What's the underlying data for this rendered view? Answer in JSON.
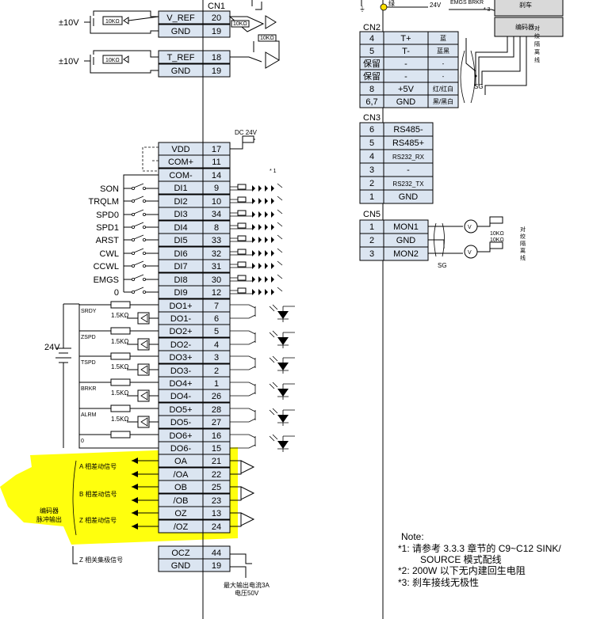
{
  "connectors": {
    "cn1": "CN1",
    "cn2": "CN2",
    "cn3": "CN3",
    "cn5": "CN5"
  },
  "cn1_pins": [
    {
      "name": "V_REF",
      "num": "20"
    },
    {
      "name": "GND",
      "num": "19"
    },
    {
      "name": "T_REF",
      "num": "18"
    },
    {
      "name": "GND",
      "num": "19"
    },
    {
      "name": "VDD",
      "num": "17"
    },
    {
      "name": "COM+",
      "num": "11"
    },
    {
      "name": "COM-",
      "num": "14"
    },
    {
      "name": "DI1",
      "num": "9"
    },
    {
      "name": "DI2",
      "num": "10"
    },
    {
      "name": "DI3",
      "num": "34"
    },
    {
      "name": "DI4",
      "num": "8"
    },
    {
      "name": "DI5",
      "num": "33"
    },
    {
      "name": "DI6",
      "num": "32"
    },
    {
      "name": "DI7",
      "num": "31"
    },
    {
      "name": "DI8",
      "num": "30"
    },
    {
      "name": "DI9",
      "num": "12"
    },
    {
      "name": "DO1+",
      "num": "7"
    },
    {
      "name": "DO1-",
      "num": "6"
    },
    {
      "name": "DO2+",
      "num": "5"
    },
    {
      "name": "DO2-",
      "num": "4"
    },
    {
      "name": "DO3+",
      "num": "3"
    },
    {
      "name": "DO3-",
      "num": "2"
    },
    {
      "name": "DO4+",
      "num": "1"
    },
    {
      "name": "DO4-",
      "num": "26"
    },
    {
      "name": "DO5+",
      "num": "28"
    },
    {
      "name": "DO5-",
      "num": "27"
    },
    {
      "name": "DO6+",
      "num": "16"
    },
    {
      "name": "DO6-",
      "num": "15"
    },
    {
      "name": "OA",
      "num": "21"
    },
    {
      "name": "/OA",
      "num": "22"
    },
    {
      "name": "OB",
      "num": "25"
    },
    {
      "name": "/OB",
      "num": "23"
    },
    {
      "name": "OZ",
      "num": "13"
    },
    {
      "name": "/OZ",
      "num": "24"
    },
    {
      "name": "OCZ",
      "num": "44"
    },
    {
      "name": "GND",
      "num": "19"
    }
  ],
  "cn2_rows": [
    {
      "num": "4",
      "sig": "T+",
      "color": "蓝"
    },
    {
      "num": "5",
      "sig": "T-",
      "color": "蓝黑"
    },
    {
      "num": "保留",
      "sig": "-",
      "color": "-"
    },
    {
      "num": "保留",
      "sig": "-",
      "color": "-"
    },
    {
      "num": "8",
      "sig": "+5V",
      "color": "红/红白"
    },
    {
      "num": "6,7",
      "sig": "GND",
      "color": "黑/黑白"
    }
  ],
  "cn3_rows": [
    {
      "num": "6",
      "sig": "RS485-"
    },
    {
      "num": "5",
      "sig": "RS485+"
    },
    {
      "num": "4",
      "sig": "RS232_RX"
    },
    {
      "num": "3",
      "sig": "-"
    },
    {
      "num": "2",
      "sig": "RS232_TX"
    },
    {
      "num": "1",
      "sig": "GND"
    }
  ],
  "cn5_rows": [
    {
      "num": "1",
      "sig": "MON1"
    },
    {
      "num": "2",
      "sig": "GND"
    },
    {
      "num": "3",
      "sig": "MON2"
    }
  ],
  "input_labels": [
    "SON",
    "TRQLM",
    "SPD0",
    "SPD1",
    "ARST",
    "CWL",
    "CCWL",
    "EMGS",
    "0"
  ],
  "output_labels": [
    "SRDY",
    "ZSPD",
    "TSPD",
    "BRKR",
    "ALRM",
    "0"
  ],
  "labels": {
    "pm10v": "±10V",
    "r10k": "10KΩ",
    "r15k": "1.5KΩ",
    "v24": "24V",
    "dc24": "DC 24V",
    "star1": "* 1",
    "a_diff": "A 相差动信号",
    "b_diff": "B 相差动信号",
    "z_diff": "Z 相差动信号",
    "encoder_out": "编码器",
    "pulse_out": "脉冲输出",
    "z_collector": "Z 相关集极信号",
    "max_current": "最大输出电流3A",
    "voltage": "电压50V",
    "sg": "SG",
    "green": "绿",
    "emgs_brkr": "EMGS  BRKR",
    "star3": "* 3",
    "brake": "刹车",
    "encoder": "编码器",
    "twisted": "对绞隔离线",
    "v24_top": "24V",
    "r10k_cn5": "10KΩ"
  },
  "notes": {
    "title": "Note:",
    "n1a": "*1:  请参考 3.3.3 章节的 C9~C12 SINK/",
    "n1b": "SOURCE 模式配线",
    "n2": "*2:  200W 以下无内建回生电阻",
    "n3": "*3:  刹车接线无极性"
  },
  "colors": {
    "cell": "#dbe5f1",
    "highlight": "#ffff00"
  }
}
